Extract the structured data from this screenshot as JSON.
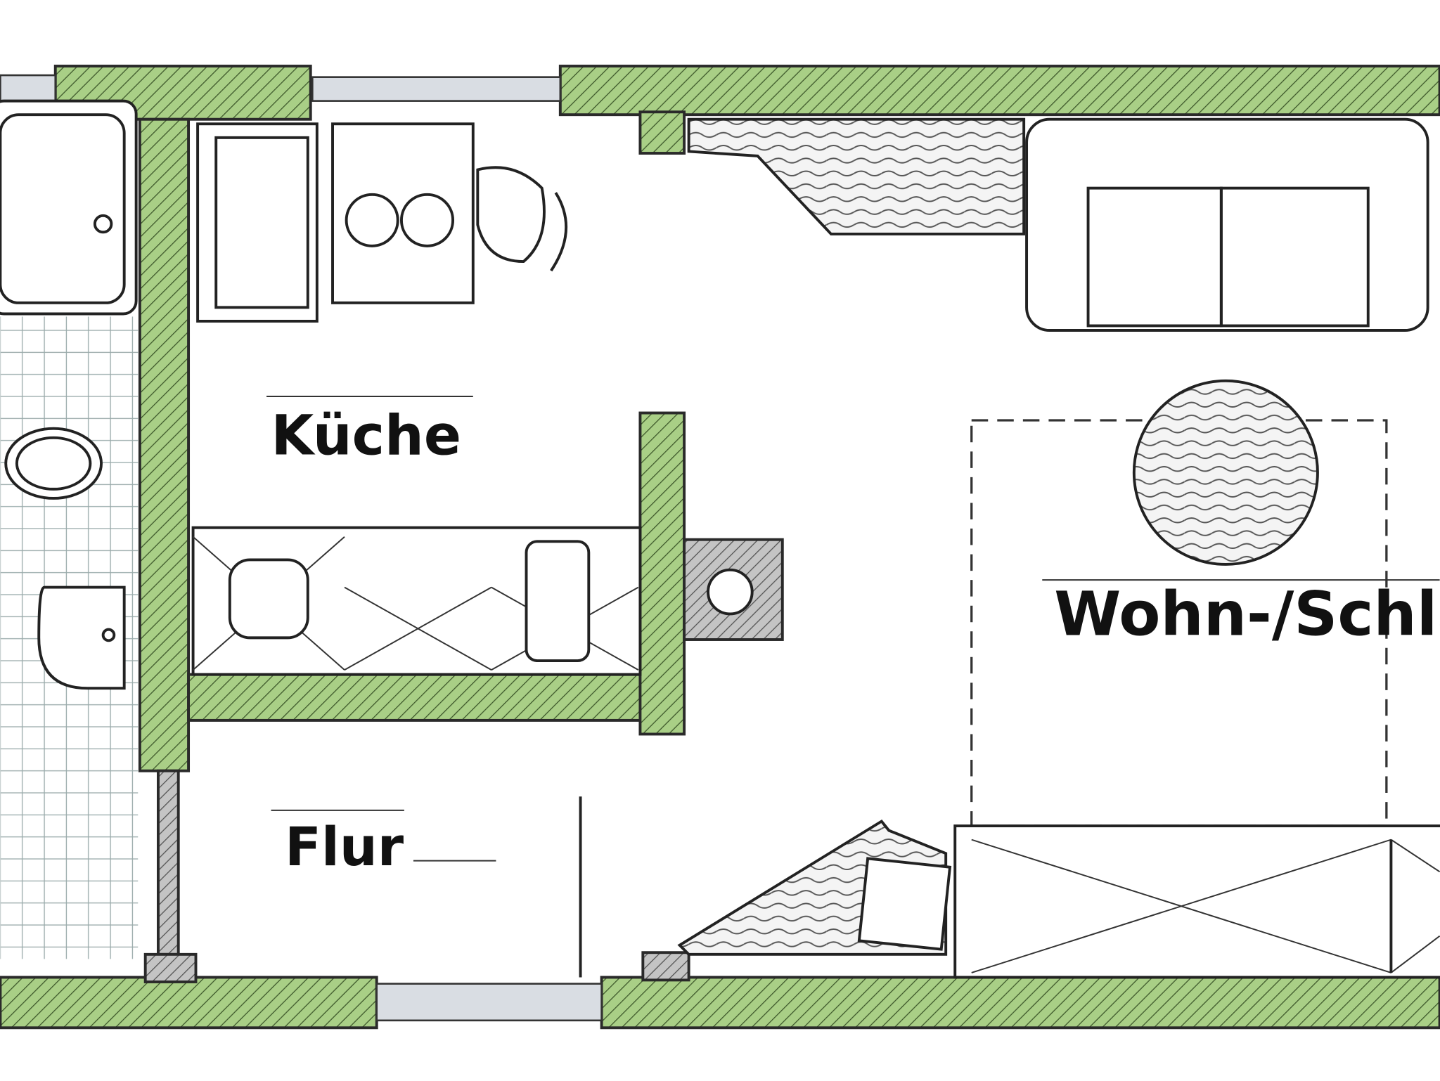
{
  "rooms": {
    "kitchen": "Küche",
    "hallway": "Flur",
    "living_bedroom": "Wohn-/Schla"
  },
  "colors": {
    "wall_green": "#9cc77a",
    "wall_gray": "#b8b8b8",
    "line": "#222222"
  }
}
